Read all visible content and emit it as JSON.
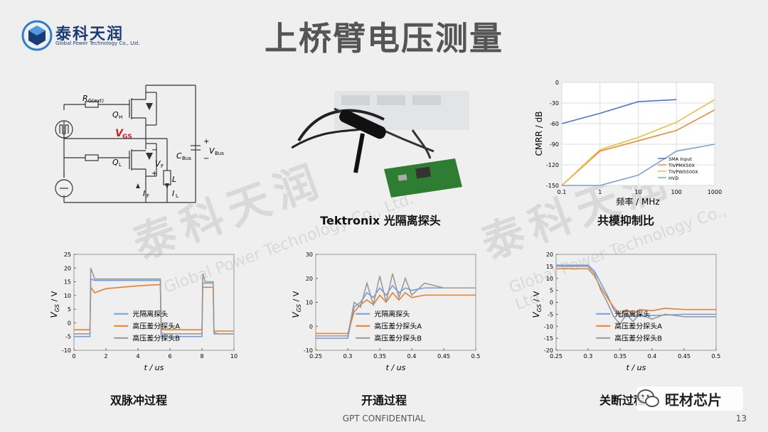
{
  "slide": {
    "title": "上桥臂电压测量",
    "footer": "GPT CONFIDENTIAL",
    "page_number": "13"
  },
  "logo": {
    "cn": "泰科天润",
    "en": "Global Power Technology Co., Ltd."
  },
  "watermark": {
    "cn": "泰科天润",
    "en": "Global Power Technology Co., Ltd."
  },
  "captions": {
    "probe": "Tektronix 光隔离探头",
    "cmrr": "共模抑制比",
    "double_pulse": "双脉冲过程",
    "turn_on": "开通过程",
    "turn_off": "关断过程"
  },
  "badge": {
    "text": "旺材芯片",
    "icon": "wechat-icon"
  },
  "circuit": {
    "rg": "R",
    "rg_sub": "G(ext)",
    "qh": "Q",
    "qh_sub": "H",
    "vgs": "V",
    "vgs_sub": "GS",
    "ql": "Q",
    "ql_sub": "L",
    "vf": "V",
    "vf_sub": "F",
    "cbus": "C",
    "cbus_sub": "Bus",
    "vbus": "V",
    "vbus_sub": "Bus",
    "l": "L",
    "if": "I",
    "if_sub": "F",
    "il": "I",
    "il_sub": "L",
    "plus": "+",
    "minus": "−"
  },
  "chart_data": [
    {
      "type": "line",
      "id": "cmrr",
      "xlabel": "频率 / MHz",
      "ylabel": "CMRR / dB",
      "xscale": "log",
      "xlim": [
        0.1,
        1000
      ],
      "ylim": [
        -150,
        0
      ],
      "xticks": [
        "0.1",
        "1",
        "10",
        "100",
        "1000"
      ],
      "yticks": [
        "0",
        "-30",
        "-60",
        "-90",
        "-120",
        "-150"
      ],
      "legend_placement": "bottom-right",
      "series": [
        {
          "name": "SMA Input",
          "color": "#4a78c8",
          "x": [
            0.1,
            1,
            10,
            100
          ],
          "y": [
            -60,
            -45,
            -28,
            -25
          ]
        },
        {
          "name": "TIVPMX50X",
          "color": "#e88a3a",
          "x": [
            0.1,
            1,
            10,
            100,
            1000
          ],
          "y": [
            -155,
            -100,
            -85,
            -70,
            -40
          ]
        },
        {
          "name": "TIVPWS500X",
          "color": "#e8c03a",
          "x": [
            0.1,
            1,
            10,
            100,
            1000
          ],
          "y": [
            -155,
            -98,
            -80,
            -58,
            -25
          ]
        },
        {
          "name": "HVD",
          "color": "#7ba0d8",
          "x": [
            0.1,
            1,
            10,
            100,
            1000
          ],
          "y": [
            -158,
            -150,
            -135,
            -100,
            -90
          ]
        }
      ]
    },
    {
      "type": "line",
      "id": "double_pulse",
      "xlabel": "t / us",
      "ylabel": "V",
      "ylabel_sub": "GS",
      "ylabel_unit": " / V",
      "xlim": [
        0,
        10
      ],
      "ylim": [
        -10,
        25
      ],
      "xticks": [
        "0",
        "2",
        "4",
        "6",
        "8",
        "10"
      ],
      "yticks": [
        "25",
        "20",
        "15",
        "10",
        "5",
        "0",
        "-5",
        "-10"
      ],
      "series": [
        {
          "name": "光隔离探头",
          "color": "#6f9fe0",
          "x": [
            0,
            1,
            1.05,
            1.3,
            2,
            5.4,
            5.45,
            5.6,
            8,
            8.05,
            8.2,
            8.7,
            8.75,
            9,
            10
          ],
          "y": [
            -5,
            -5,
            16,
            15.5,
            15.5,
            15.5,
            -5,
            -5,
            -5,
            14.5,
            14.5,
            14.5,
            -4,
            -4,
            -4
          ]
        },
        {
          "name": "高压差分探头A",
          "color": "#e87f2e",
          "x": [
            0,
            1,
            1.05,
            1.3,
            2,
            4,
            5.4,
            5.45,
            5.6,
            8,
            8.05,
            8.2,
            8.7,
            8.75,
            9,
            10
          ],
          "y": [
            -2.5,
            -2.5,
            13,
            11,
            12.5,
            13.5,
            14,
            -2.5,
            -2.5,
            -2.5,
            13,
            13,
            13,
            -3,
            -3,
            -3
          ]
        },
        {
          "name": "高压差分探头B",
          "color": "#9a9a9a",
          "x": [
            0,
            1,
            1.05,
            1.3,
            2,
            5.4,
            5.45,
            5.6,
            8,
            8.05,
            8.2,
            8.7,
            8.75,
            9,
            10
          ],
          "y": [
            -4,
            -4,
            20,
            16,
            16,
            16,
            -3.5,
            -4,
            -4,
            18,
            15,
            15,
            -3.5,
            -4,
            -4
          ]
        }
      ]
    },
    {
      "type": "line",
      "id": "turn_on",
      "xlabel": "t / us",
      "ylabel": "V",
      "ylabel_sub": "GS",
      "ylabel_unit": " / V",
      "xlim": [
        0.25,
        0.5
      ],
      "ylim": [
        -10,
        30
      ],
      "xticks": [
        "0.25",
        "0.3",
        "0.35",
        "0.4",
        "0.45",
        "0.5"
      ],
      "yticks": [
        "30",
        "20",
        "10",
        "0",
        "-10"
      ],
      "series": [
        {
          "name": "光隔离探头",
          "color": "#6f9fe0",
          "x": [
            0.25,
            0.3,
            0.31,
            0.32,
            0.33,
            0.34,
            0.35,
            0.36,
            0.37,
            0.38,
            0.39,
            0.4,
            0.42,
            0.45,
            0.5
          ],
          "y": [
            -5,
            -5,
            8,
            10,
            14,
            12,
            16,
            13,
            17,
            14,
            16,
            15,
            16,
            16,
            16
          ]
        },
        {
          "name": "高压差分探头A",
          "color": "#e87f2e",
          "x": [
            0.25,
            0.3,
            0.31,
            0.32,
            0.33,
            0.34,
            0.35,
            0.36,
            0.37,
            0.38,
            0.39,
            0.4,
            0.42,
            0.45,
            0.5
          ],
          "y": [
            -3,
            -3,
            6,
            9,
            11,
            9,
            13,
            10,
            14,
            11,
            14,
            12,
            13,
            13,
            13
          ]
        },
        {
          "name": "高压差分探头B",
          "color": "#9a9a9a",
          "x": [
            0.25,
            0.3,
            0.31,
            0.32,
            0.33,
            0.34,
            0.35,
            0.36,
            0.37,
            0.38,
            0.39,
            0.4,
            0.42,
            0.45,
            0.5
          ],
          "y": [
            -4,
            -4,
            10,
            8,
            18,
            9,
            21,
            10,
            22,
            12,
            20,
            13,
            18,
            16,
            16
          ]
        }
      ]
    },
    {
      "type": "line",
      "id": "turn_off",
      "xlabel": "t / us",
      "ylabel": "V",
      "ylabel_sub": "GS",
      "ylabel_unit": " / V",
      "xlim": [
        0.25,
        0.5
      ],
      "ylim": [
        -20,
        20
      ],
      "xticks": [
        "0.25",
        "0.3",
        "0.35",
        "0.4",
        "0.45",
        "0.5"
      ],
      "yticks": [
        "20",
        "15",
        "10",
        "5",
        "0",
        "-5",
        "-10",
        "-15",
        "-20"
      ],
      "series": [
        {
          "name": "光隔离探头",
          "color": "#6f9fe0",
          "x": [
            0.25,
            0.3,
            0.31,
            0.32,
            0.33,
            0.34,
            0.35,
            0.4,
            0.45,
            0.5
          ],
          "y": [
            15.5,
            15.5,
            13,
            8,
            3,
            -3,
            -6,
            -5.5,
            -5,
            -5
          ]
        },
        {
          "name": "高压差分探头A",
          "color": "#e87f2e",
          "x": [
            0.25,
            0.3,
            0.31,
            0.32,
            0.33,
            0.34,
            0.35,
            0.36,
            0.37,
            0.38,
            0.4,
            0.42,
            0.45,
            0.5
          ],
          "y": [
            14,
            14,
            11,
            6,
            2,
            -2,
            -5,
            -3,
            -5,
            -3,
            -3.5,
            -2.5,
            -3,
            -3
          ]
        },
        {
          "name": "高压差分探头B",
          "color": "#9a9a9a",
          "x": [
            0.25,
            0.3,
            0.31,
            0.32,
            0.33,
            0.34,
            0.35,
            0.36,
            0.37,
            0.38,
            0.4,
            0.42,
            0.45,
            0.5
          ],
          "y": [
            15,
            15,
            12,
            5,
            0,
            -6,
            -9,
            -5,
            -8,
            -5,
            -7,
            -5,
            -6,
            -6
          ]
        }
      ]
    }
  ]
}
